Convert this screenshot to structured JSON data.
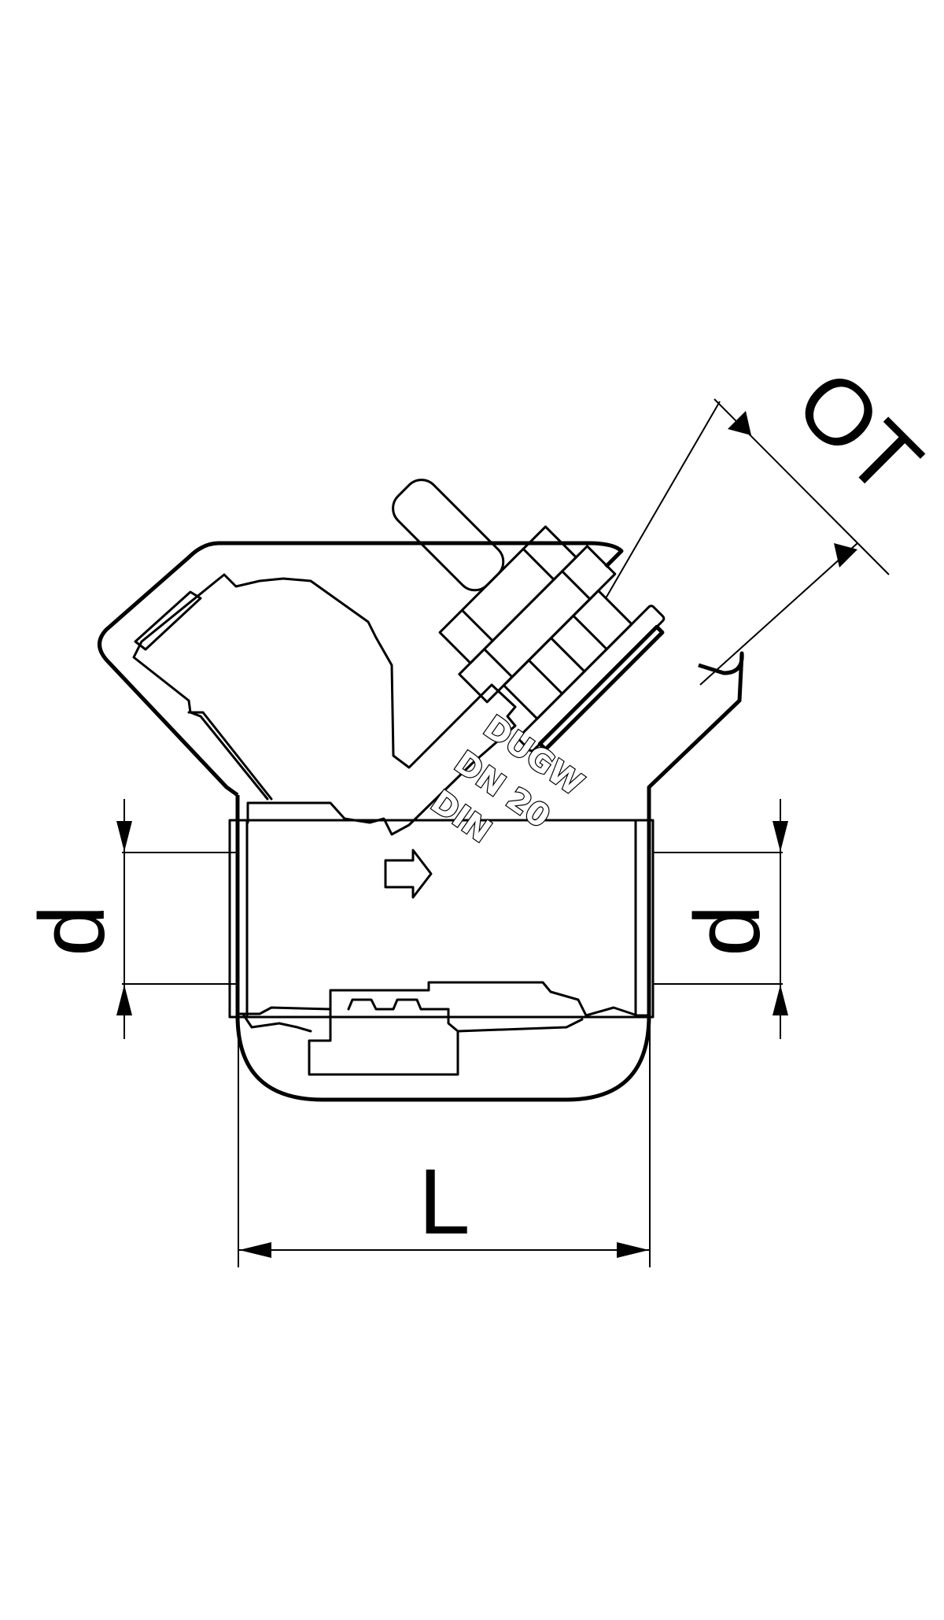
{
  "dimensions": {
    "ot_label": "OT",
    "d_left_label": "d",
    "d_right_label": "d",
    "l_label": "L"
  },
  "body_marking": {
    "line1": "DUGW",
    "line2": "DN 20",
    "line3": "DIN"
  },
  "icons": {
    "flow_direction": "flow-arrow-icon"
  }
}
